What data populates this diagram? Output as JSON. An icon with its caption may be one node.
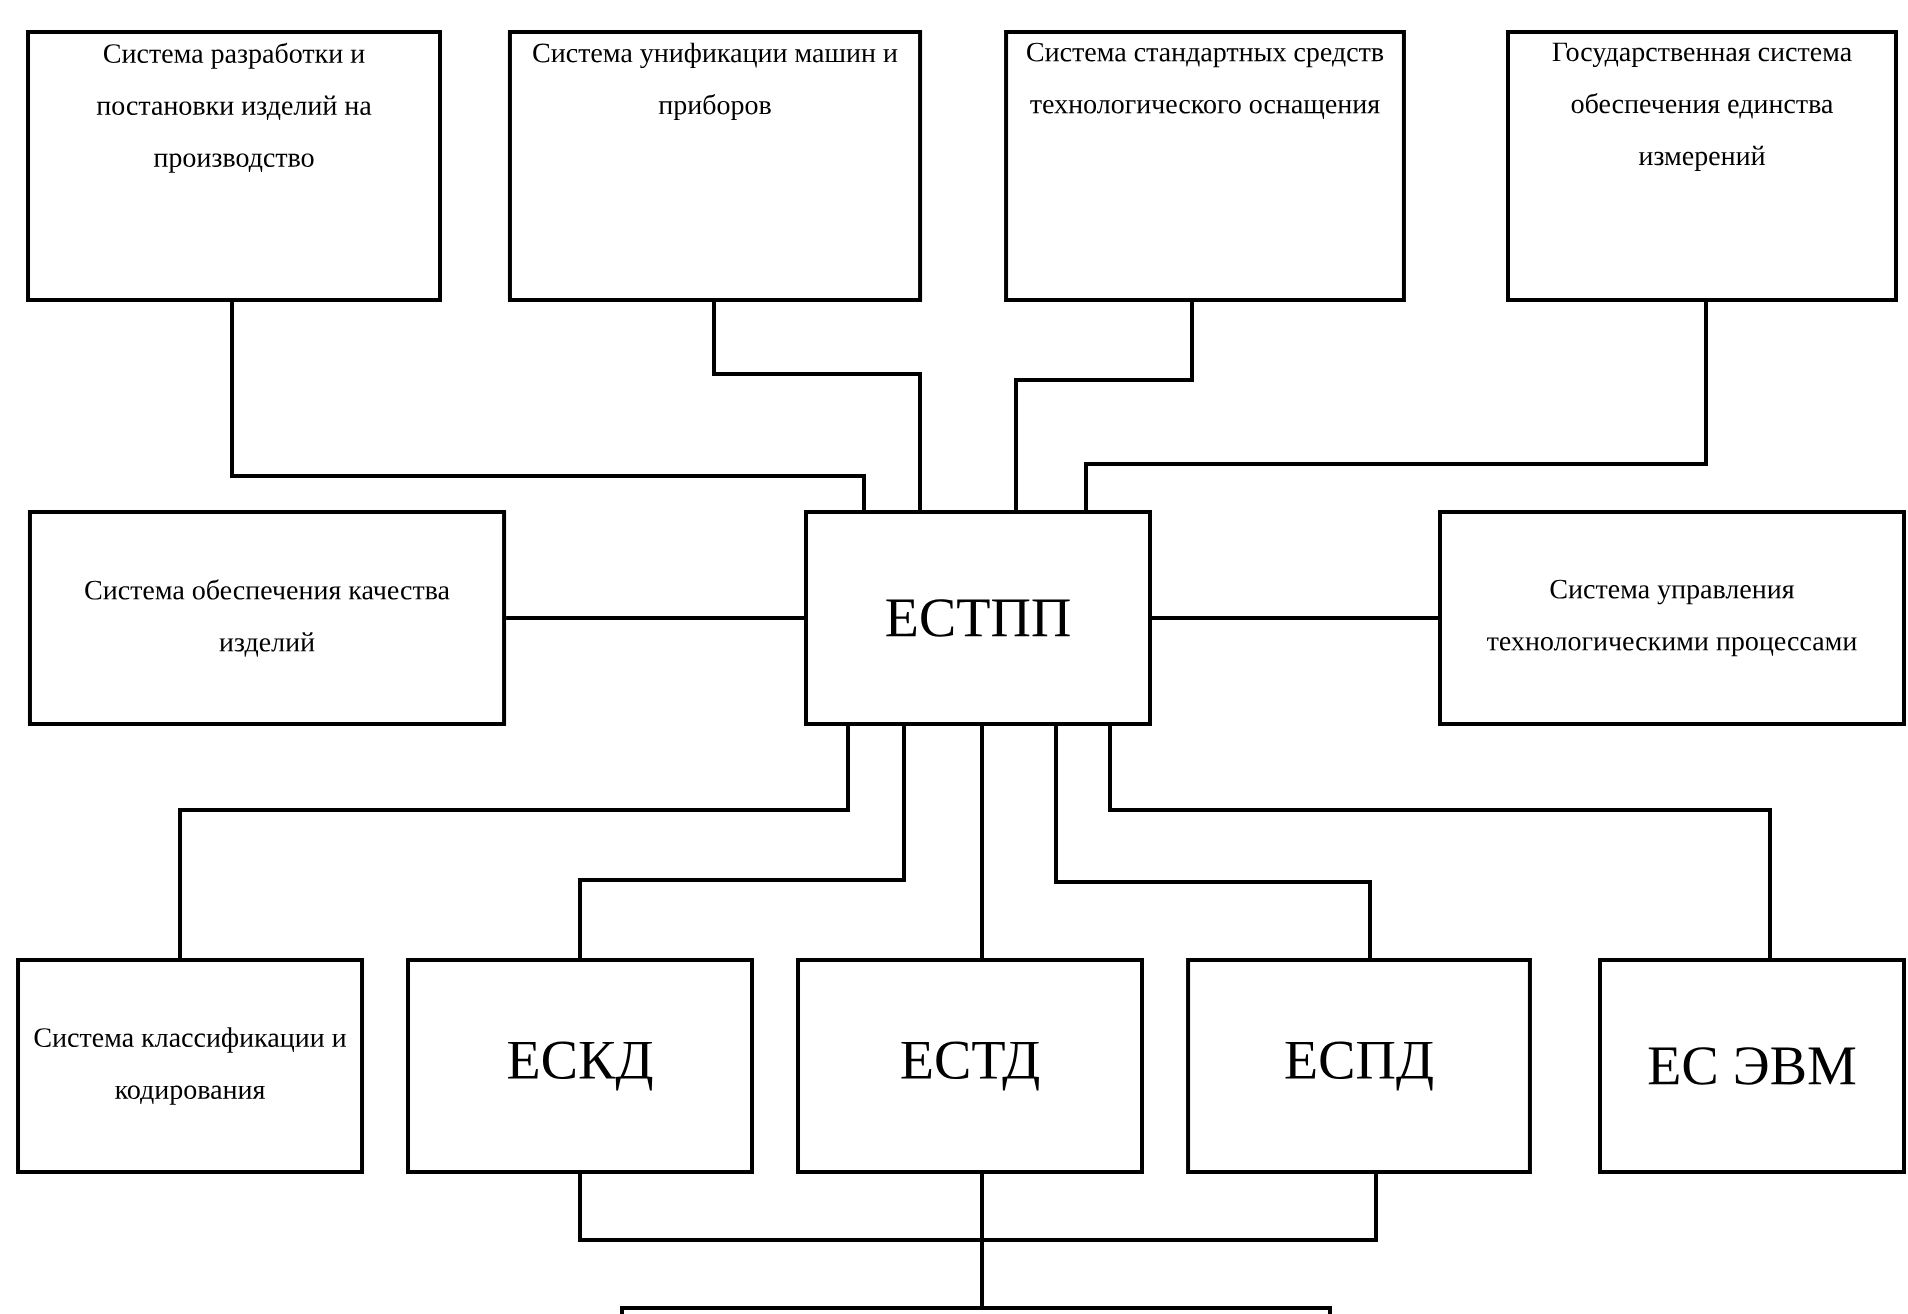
{
  "diagram": {
    "nodes": [
      {
        "text": [
          "Система разработки и постановки изделий на производство"
        ]
      },
      {
        "text": [
          "Система унификации машин и приборов"
        ]
      },
      {
        "text": [
          "Система стандартных средств технологического оснащения"
        ]
      },
      {
        "text": [
          "Государственная система обеспечения единства измерений"
        ]
      },
      {
        "text": [
          "Система обеспечения качества изделий"
        ]
      },
      {
        "text": [
          "ЕСТПП"
        ]
      },
      {
        "text": [
          "Система управления технологическими процессами"
        ]
      },
      {
        "text": [
          "Система классификации и кодирования"
        ]
      },
      {
        "text": [
          "ЕСКД"
        ]
      },
      {
        "text": [
          "ЕСТД"
        ]
      },
      {
        "text": [
          "ЕСПД"
        ]
      },
      {
        "text": [
          "ЕС ЭВМ"
        ]
      },
      {
        "text": [],
        "shape": "box"
      }
    ],
    "edges": [
      {
        "from": 0,
        "to": 5,
        "arrow": "none"
      },
      {
        "from": 1,
        "to": 5,
        "arrow": "none"
      },
      {
        "from": 2,
        "to": 5,
        "arrow": "none"
      },
      {
        "from": 3,
        "to": 5,
        "arrow": "none"
      },
      {
        "from": 4,
        "to": 5,
        "arrow": "none"
      },
      {
        "from": 5,
        "to": 6,
        "arrow": "none"
      },
      {
        "from": 5,
        "to": 7,
        "arrow": "none"
      },
      {
        "from": 5,
        "to": 8,
        "arrow": "none"
      },
      {
        "from": 5,
        "to": 9,
        "arrow": "none"
      },
      {
        "from": 5,
        "to": 10,
        "arrow": "none"
      },
      {
        "from": 5,
        "to": 11,
        "arrow": "none"
      },
      {
        "from": 8,
        "to": 12,
        "arrow": "none"
      },
      {
        "from": 9,
        "to": 12,
        "arrow": "none"
      },
      {
        "from": 10,
        "to": 12,
        "arrow": "none"
      }
    ]
  }
}
